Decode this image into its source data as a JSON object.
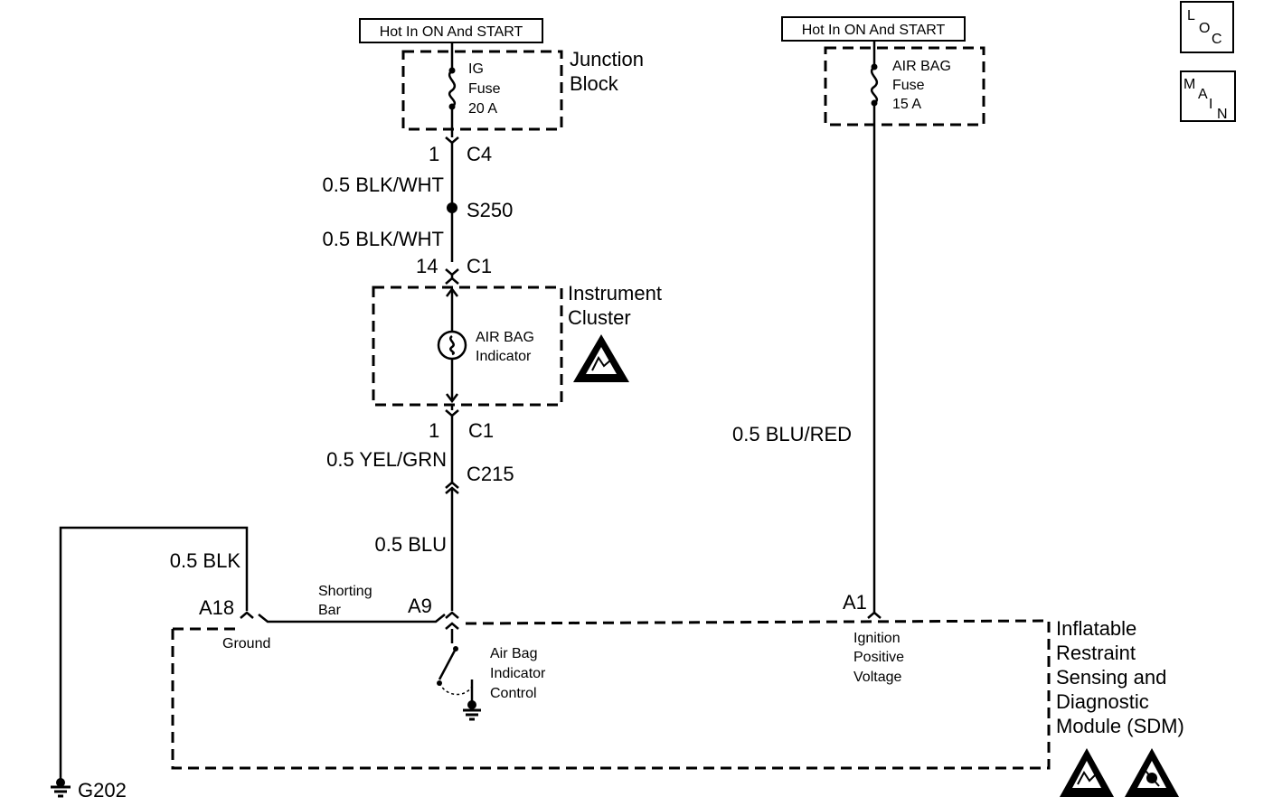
{
  "hot_labels": {
    "left": "Hot In ON And START",
    "right": "Hot In ON And START"
  },
  "nav_buttons": {
    "loc": [
      "L",
      "O",
      "C"
    ],
    "main": [
      "M",
      "A",
      "I",
      "N"
    ]
  },
  "junction_block": {
    "title_line1": "Junction",
    "title_line2": "Block",
    "fuse_line1": "IG",
    "fuse_line2": "Fuse",
    "fuse_line3": "20 A"
  },
  "airbag_fuse": {
    "line1": "AIR BAG",
    "line2": "Fuse",
    "line3": "15 A"
  },
  "connectors": {
    "c4_pin": "1",
    "c4_name": "C4",
    "s250": "S250",
    "c1_top_pin": "14",
    "c1_top_name": "C1",
    "c1_bottom_pin": "1",
    "c1_bottom_name": "C1",
    "c215": "C215",
    "a18": "A18",
    "a9": "A9",
    "a1": "A1",
    "g202": "G202"
  },
  "wires": {
    "blk_wht_1": "0.5 BLK/WHT",
    "blk_wht_2": "0.5 BLK/WHT",
    "yel_grn": "0.5 YEL/GRN",
    "blu": "0.5 BLU",
    "blk": "0.5 BLK",
    "blu_red": "0.5 BLU/RED"
  },
  "instrument_cluster": {
    "title_line1": "Instrument",
    "title_line2": "Cluster",
    "indicator_line1": "AIR BAG",
    "indicator_line2": "Indicator"
  },
  "sdm": {
    "title_lines": [
      "Inflatable",
      "Restraint",
      "Sensing and",
      "Diagnostic",
      "Module (SDM)"
    ],
    "ground_label": "Ground",
    "shorting_bar_line1": "Shorting",
    "shorting_bar_line2": "Bar",
    "control_lines": [
      "Air Bag",
      "Indicator",
      "Control"
    ],
    "ignition_lines": [
      "Ignition",
      "Positive",
      "Voltage"
    ]
  },
  "icons": [
    "esd-warning-icon",
    "sir-warning-icon",
    "ground-symbol-icon",
    "bulb-icon",
    "fuse-icon"
  ]
}
